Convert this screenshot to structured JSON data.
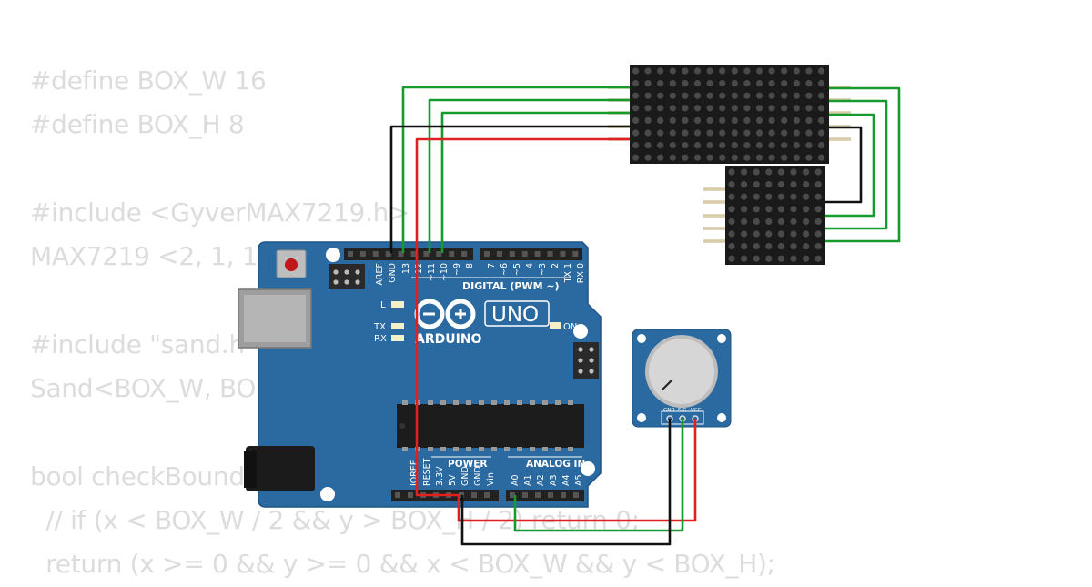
{
  "code_lines": [
    "#define BOX_W 16",
    "#define BOX_H 8",
    "",
    "#include <GyverMAX7219.h>",
    "MAX7219 <2, 1, 1",
    "",
    "#include \"sand.h\"",
    "Sand<BOX_W, BO",
    "",
    "bool checkBound",
    "  // if (x < BOX_W / 2 && y > BOX_H / 2) return 0;",
    "  return (x >= 0 && y >= 0 && x < BOX_W && y < BOX_H);"
  ],
  "arduino": {
    "logo": "ARDUINO",
    "model": "UNO",
    "digital_label": "DIGITAL (PWM ~)",
    "power_label": "POWER",
    "analog_label": "ANALOG IN",
    "on_label": "ON",
    "led_labels": [
      "L",
      "TX",
      "RX"
    ],
    "top_pins": [
      "AREF",
      "GND",
      "13",
      "12",
      "~11",
      "~10",
      "~9",
      "8",
      "7",
      "~6",
      "~5",
      "4",
      "~3",
      "2",
      "TX 1",
      "RX 0"
    ],
    "bottom_pins": [
      "IOREF",
      "RESET",
      "3.3V",
      "5V",
      "GND",
      "GND",
      "Vin",
      "A0",
      "A1",
      "A2",
      "A3",
      "A4",
      "A5"
    ]
  },
  "potentiometer": {
    "pins": [
      "GND",
      "SIG",
      "VCC"
    ]
  },
  "colors": {
    "board": "#2a6aa1",
    "board_edge": "#1f5586",
    "wire_green": "#179a2c",
    "wire_black": "#111111",
    "wire_red": "#e02020",
    "matrix": "#1a1a1a",
    "matrix_dot": "#4a4a4a",
    "header_pin": "#d8ccaa",
    "pot_board": "#2a6aa1",
    "code_text": "#dcdcdc"
  }
}
